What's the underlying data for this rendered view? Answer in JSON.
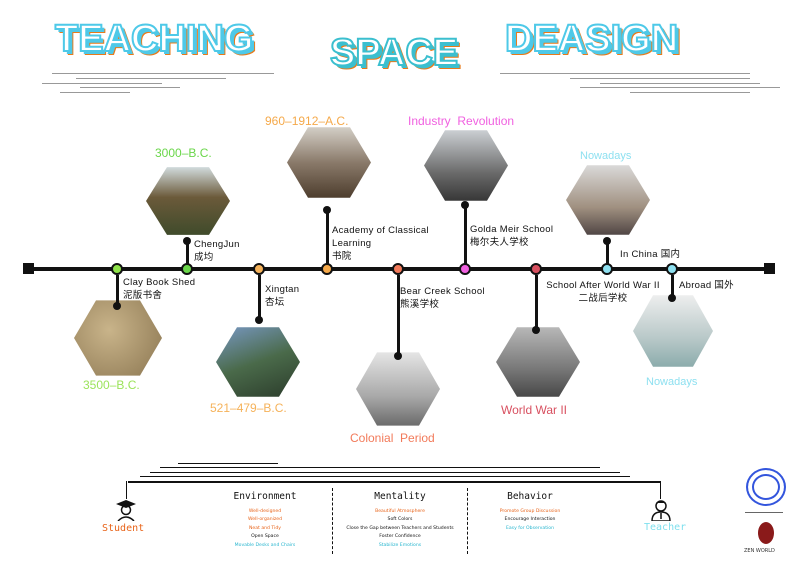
{
  "title": {
    "part1": "TEACHING",
    "part2": "SPACE",
    "part3": "DEASIGN"
  },
  "timeline": [
    {
      "name": "Clay Book Shed",
      "cn": "泥版书舍",
      "era": "3500–B.C.",
      "color": "#8fe34a"
    },
    {
      "name": "ChengJun",
      "cn": "成均",
      "era": "3000–B.C.",
      "color": "#6ad64a"
    },
    {
      "name": "Xingtan",
      "cn": "杏坛",
      "era": "521–479–B.C.",
      "color": "#f5b25a"
    },
    {
      "name": "Academy of Classical",
      "name2": "Learning",
      "cn": "书院",
      "era": "960–1912–A.C.",
      "color": "#f5a94a"
    },
    {
      "name": "Bear Creek School",
      "cn": "熊溪学校",
      "era": "Colonial  Period",
      "color": "#f27a5a"
    },
    {
      "name": "Golda Meir School",
      "cn": "梅尔夫人学校",
      "era": "Industry  Revolution",
      "color": "#f060e0"
    },
    {
      "name": "School After World War II",
      "cn": "二战后学校",
      "era": "World War II",
      "color": "#d85060"
    },
    {
      "name": "In China 国内",
      "era": "Nowadays",
      "color": "#8ee0f0"
    },
    {
      "name": "Abroad 国外",
      "era": "Nowadays",
      "color": "#8ee0f0"
    }
  ],
  "bottom": {
    "student": "Student",
    "teacher": "Teacher",
    "environment": {
      "heading": "Environment",
      "items": [
        "Well-designed",
        "Well-organized",
        "Neat and Tidy",
        "Open Space",
        "Movable Desks and Chairs"
      ]
    },
    "mentality": {
      "heading": "Mentality",
      "items": [
        "Beautiful Atmosphere",
        "Soft Colors",
        "Close the Gap between Teachers and Students",
        "Foster Confidence",
        "Stabilize Emotions"
      ]
    },
    "behavior": {
      "heading": "Behavior",
      "items": [
        "Promote Group Discussion",
        "Encourage Interaction",
        "Easy for Observation"
      ]
    }
  },
  "logos": {
    "brand": "ZEN WORLD"
  }
}
